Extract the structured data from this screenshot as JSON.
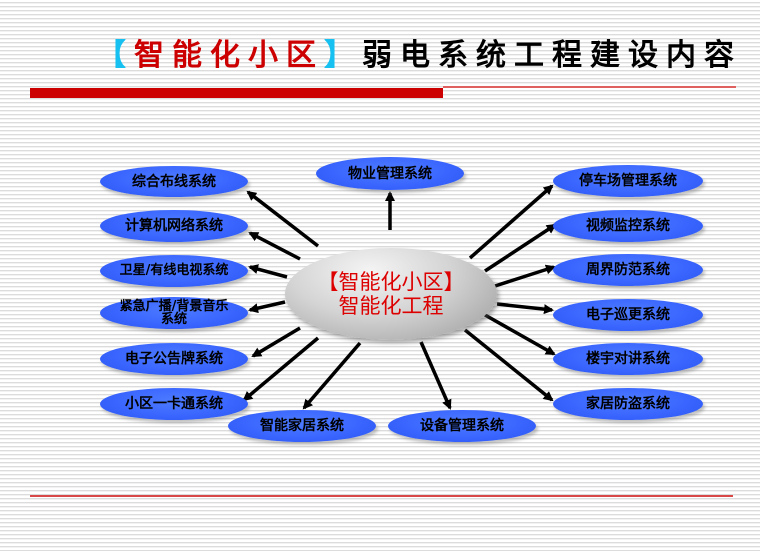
{
  "title": {
    "bracket_open": "【",
    "highlight": "智能化小区",
    "bracket_close": "】",
    "rest": "弱电系统工程建设内容"
  },
  "colors": {
    "accent_red": "#cc0000",
    "bracket_cyan": "#16c0f0",
    "node_blue": "#3a66ff",
    "center_gray": "#c8c8c8"
  },
  "center": {
    "line1": "【智能化小区】",
    "line2": "智能化工程"
  },
  "nodes": {
    "top": {
      "label": "物业管理系统"
    },
    "left": [
      {
        "label": "综合布线系统"
      },
      {
        "label": "计算机网络系统"
      },
      {
        "label": "卫星/有线电视系统"
      },
      {
        "label": "紧急广播/背景音乐系统"
      },
      {
        "label": "电子公告牌系统"
      },
      {
        "label": "小区一卡通系统"
      }
    ],
    "right": [
      {
        "label": "停车场管理系统"
      },
      {
        "label": "视频监控系统"
      },
      {
        "label": "周界防范系统"
      },
      {
        "label": "电子巡更系统"
      },
      {
        "label": "楼宇对讲系统"
      },
      {
        "label": "家居防盗系统"
      }
    ],
    "bottom": [
      {
        "label": "智能家居系统"
      },
      {
        "label": "设备管理系统"
      }
    ]
  }
}
